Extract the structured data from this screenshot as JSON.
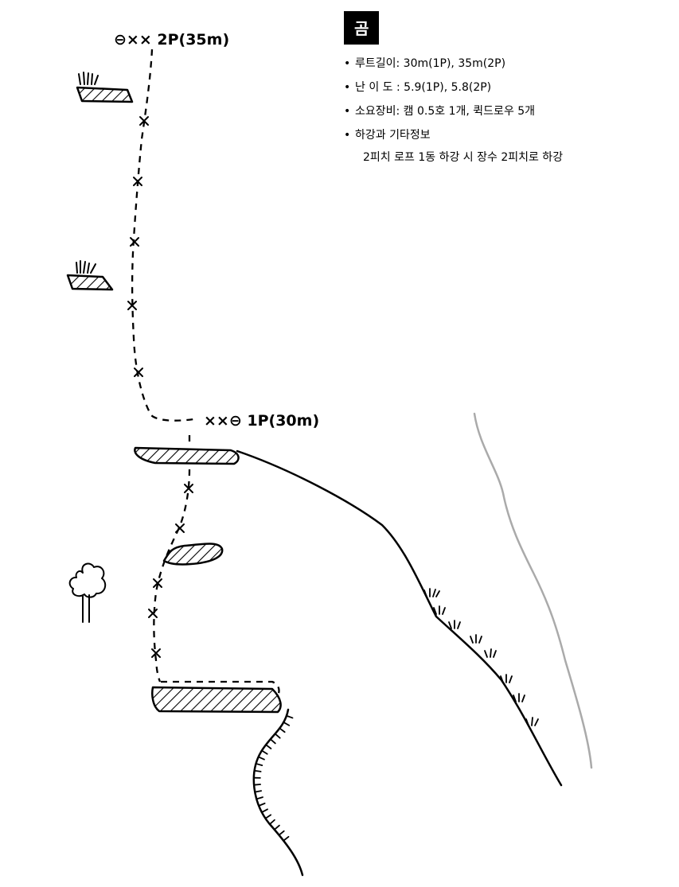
{
  "route": {
    "title": "곰",
    "pitch2_label": "⊖××  2P(35m)",
    "pitch1_label": "××⊖  1P(30m)"
  },
  "info": {
    "length": "루트길이: 30m(1P), 35m(2P)",
    "grade": "난 이 도 : 5.9(1P), 5.8(2P)",
    "gear": "소요장비: 캠 0.5호 1개, 퀵드로우 5개",
    "descent_title": "하강과  기타정보",
    "descent_detail": "2피치 로프 1동 하강 시 장수 2피치로 하강"
  }
}
